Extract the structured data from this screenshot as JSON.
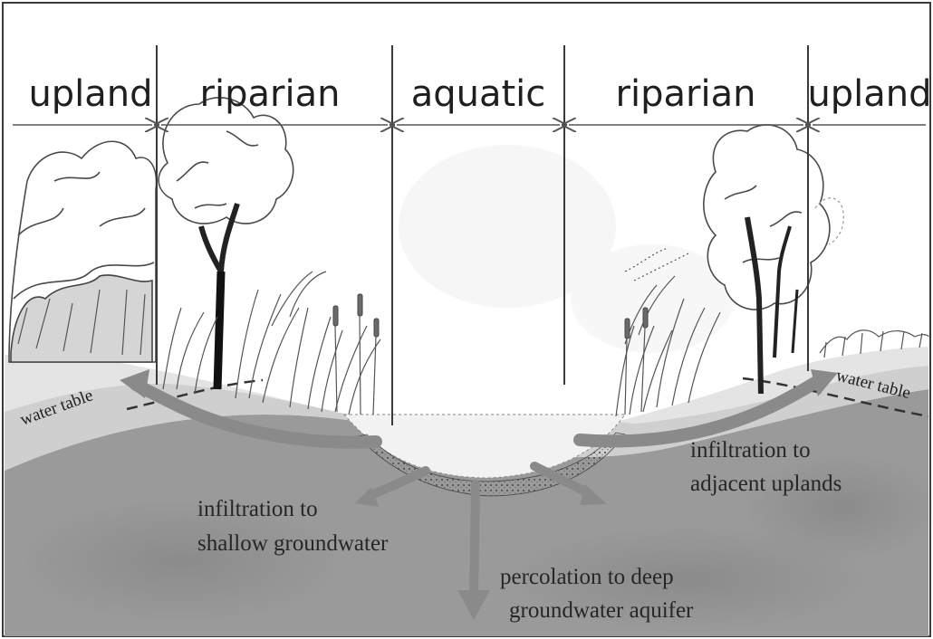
{
  "zones": {
    "upland_left": "upland",
    "riparian_left": "riparian",
    "aquatic": "aquatic",
    "riparian_right": "riparian",
    "upland_right": "upland"
  },
  "water_table": {
    "left": "water table",
    "right": "water table"
  },
  "flows": {
    "shallow": {
      "line1": "infiltration to",
      "line2": "shallow groundwater"
    },
    "uplands": {
      "line1": "infiltration to",
      "line2": "adjacent uplands"
    },
    "deep": {
      "line1": "percolation to deep",
      "line2": "groundwater aquifer"
    }
  },
  "colors": {
    "frame": "#3a3a3a",
    "deep_ground": "#9a9a9a",
    "shallow_ground": "#cfcfcf",
    "soil_surface": "#ebebeb",
    "arrow": "#8a8a8a",
    "foliage_line": "#4a4a4a"
  }
}
